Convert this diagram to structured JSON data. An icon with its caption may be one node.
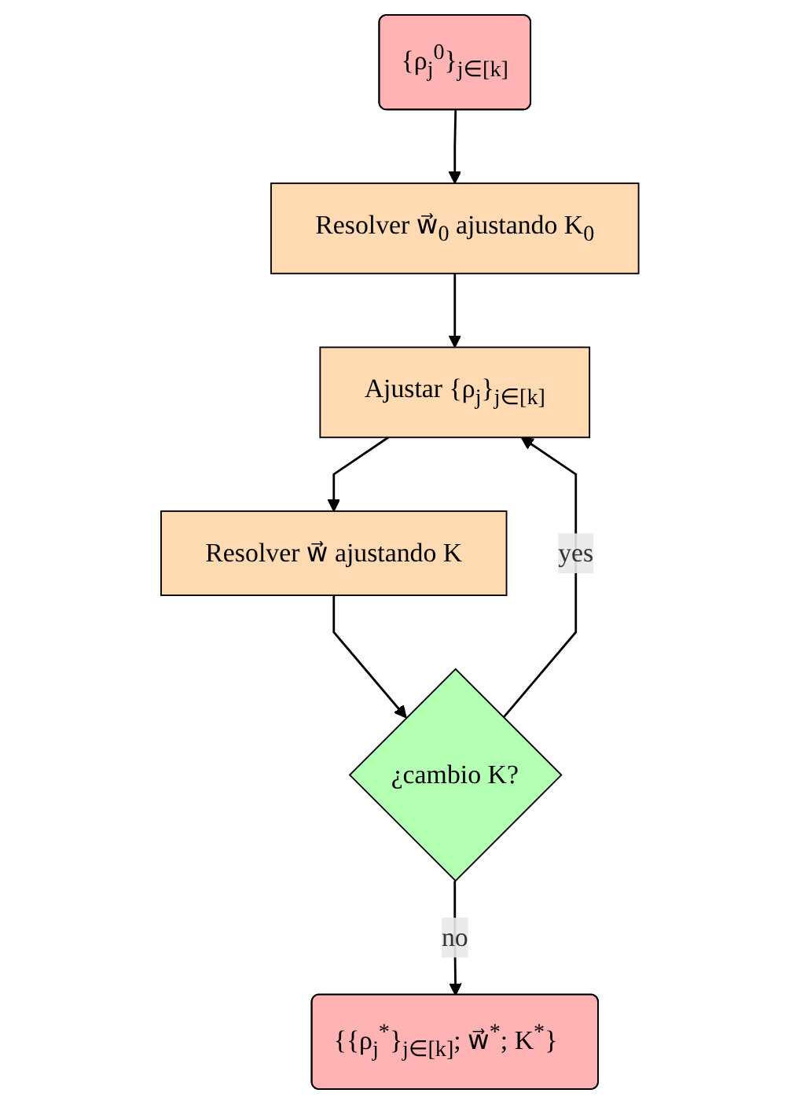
{
  "diagram": {
    "nodes": [
      {
        "text": [
          "{ρ$_{j}$$^{0}$}$_{j∈[k]}$"
        ]
      },
      {
        "text": [
          "Resolver w⃗$_{0}$ ajustando K$_{0}$"
        ]
      },
      {
        "text": [
          "Ajustar {ρ$_{j}$}$_{j∈[k]}$"
        ]
      },
      {
        "text": [
          "Resolver w⃗ ajustando K"
        ]
      },
      {
        "text": [
          "¿cambio K?"
        ]
      },
      {
        "text": [
          "{{ρ$_{j}$$^{*}$}$_{j∈[k]}$; w⃗$^{*}$; K$^{*}$}"
        ]
      }
    ],
    "edges": [
      {
        "from": 0,
        "to": 1,
        "arrow": "to"
      },
      {
        "from": 1,
        "to": 2,
        "arrow": "to"
      },
      {
        "from": 2,
        "to": 3,
        "arrow": "to"
      },
      {
        "from": 3,
        "to": 4,
        "arrow": "to"
      },
      {
        "from": 4,
        "to": 2,
        "arrow": "to",
        "label": "yes"
      },
      {
        "from": 4,
        "to": 5,
        "arrow": "to",
        "label": "no"
      }
    ]
  }
}
